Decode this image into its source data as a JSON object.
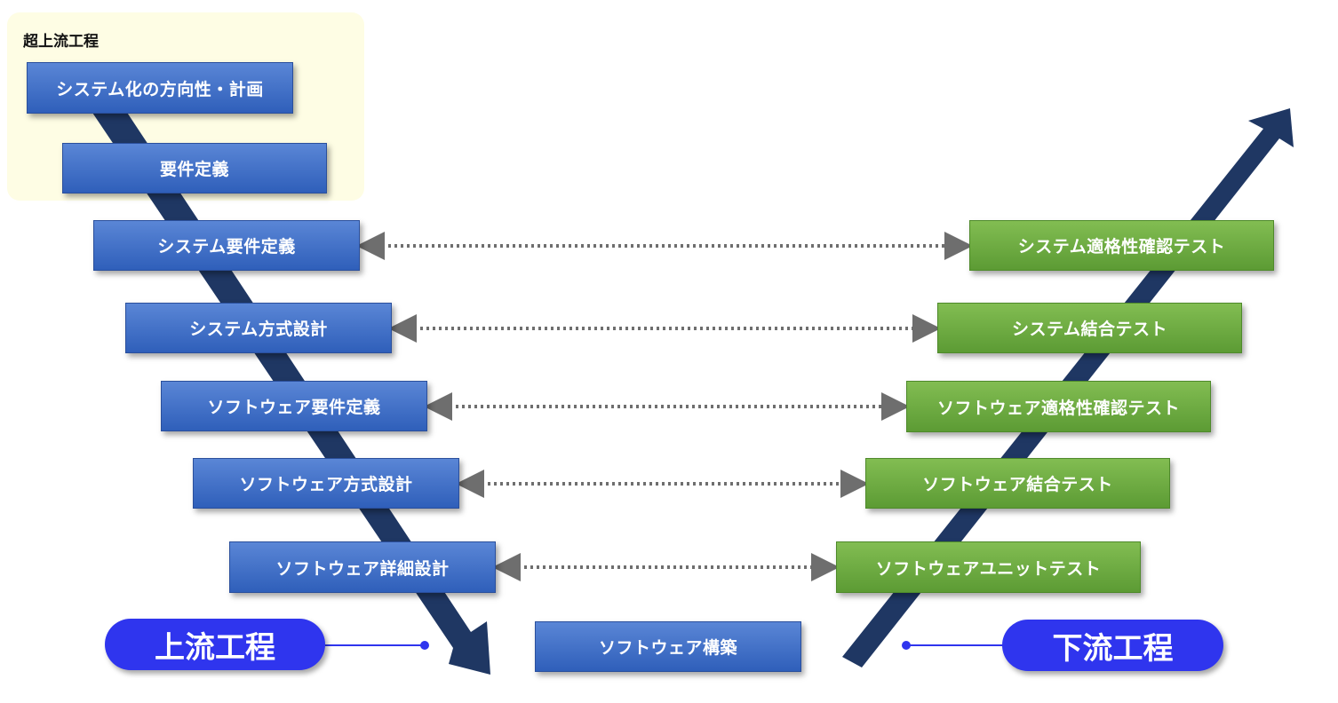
{
  "zone": {
    "title": "超上流工程"
  },
  "left_steps": [
    "システム化の方向性・計画",
    "要件定義",
    "システム要件定義",
    "システム方式設計",
    "ソフトウェア要件定義",
    "ソフトウェア方式設計",
    "ソフトウェア詳細設計"
  ],
  "bottom_step": "ソフトウェア構築",
  "right_steps": [
    "システム適格性確認テスト",
    "システム結合テスト",
    "ソフトウェア適格性確認テスト",
    "ソフトウェア結合テスト",
    "ソフトウェアユニットテスト"
  ],
  "labels": {
    "upstream": "上流工程",
    "downstream": "下流工程"
  },
  "colors": {
    "arrow": "#1f3763",
    "blue_box": "#3a68c4",
    "green_box": "#6aab40",
    "pill": "#2f35ee",
    "dotted": "#6e6e6e",
    "zone_bg": "#fefde4"
  }
}
